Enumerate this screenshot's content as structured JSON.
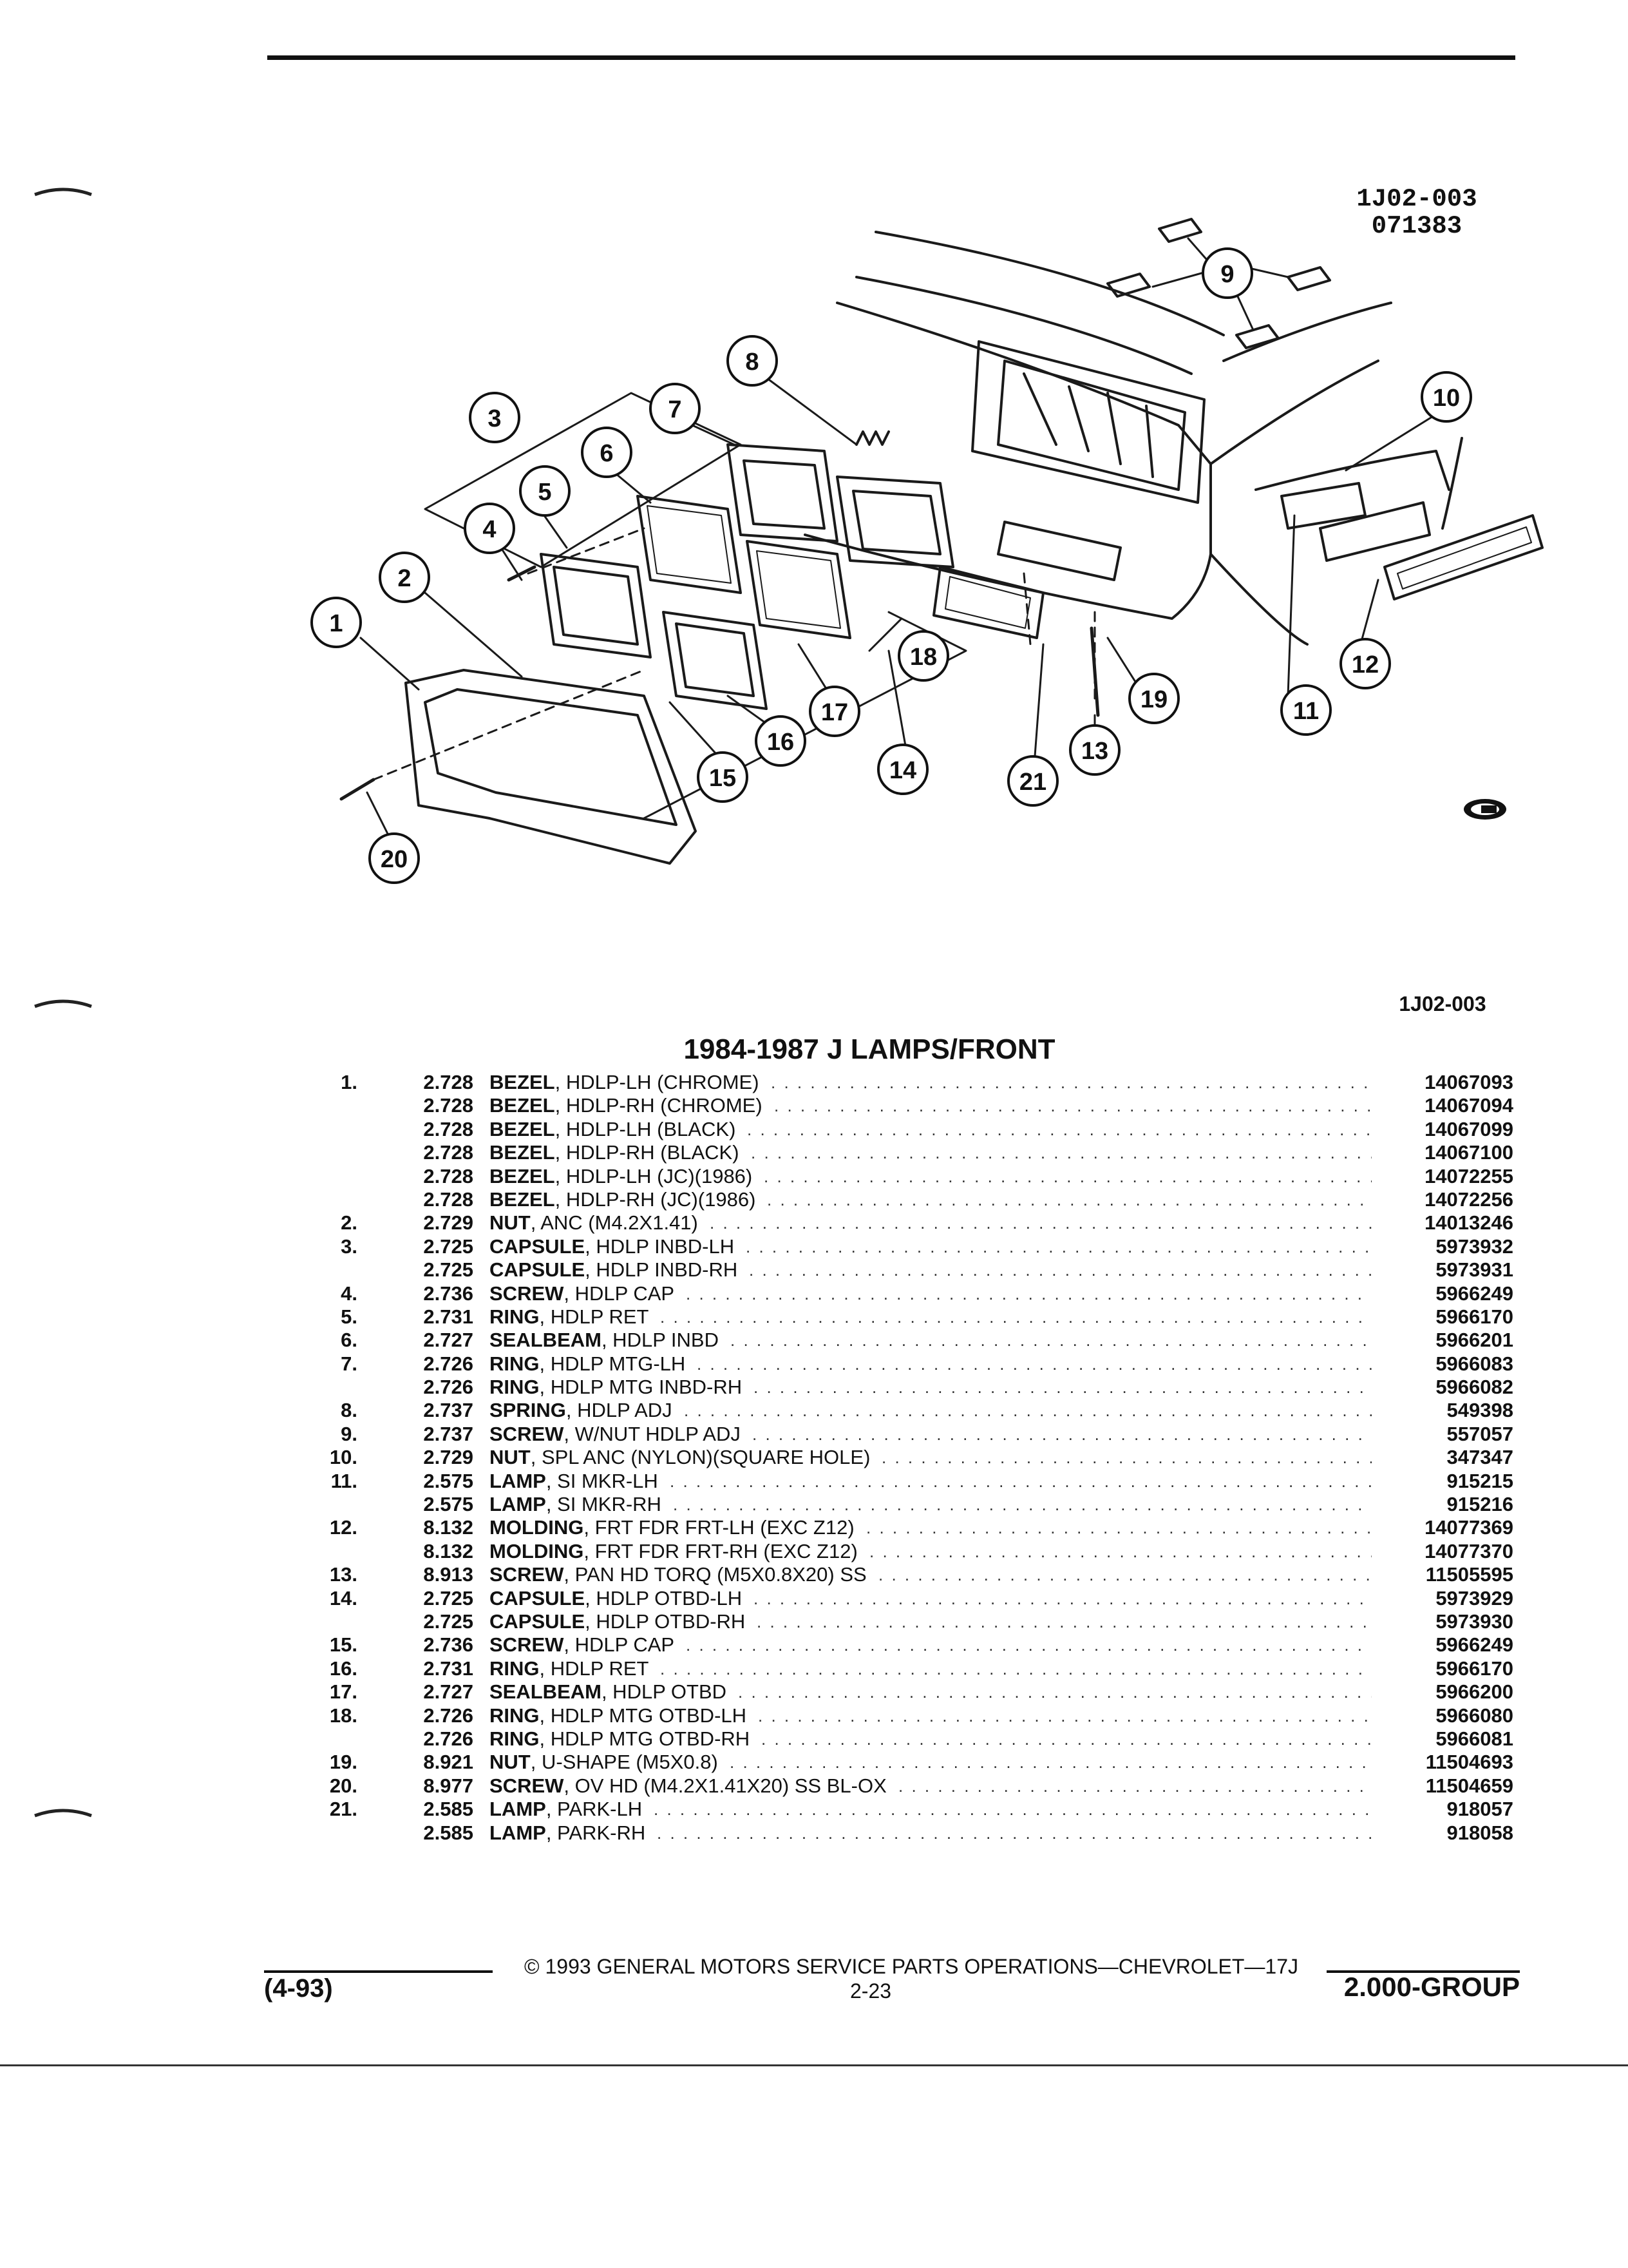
{
  "figure": {
    "code_line1": "1J02-003",
    "code_line2": "071383",
    "reference": "1J02-003",
    "callouts": [
      "1",
      "2",
      "3",
      "4",
      "5",
      "6",
      "7",
      "8",
      "9",
      "10",
      "11",
      "12",
      "13",
      "14",
      "15",
      "16",
      "17",
      "18",
      "19",
      "20",
      "21"
    ]
  },
  "title": "1984-1987 J LAMPS/FRONT",
  "parts": [
    {
      "ref": "1.",
      "code": "2.728",
      "name": "BEZEL",
      "desc": ", HDLP-LH (CHROME)",
      "part": "14067093"
    },
    {
      "ref": "",
      "code": "2.728",
      "name": "BEZEL",
      "desc": ", HDLP-RH (CHROME)",
      "part": "14067094"
    },
    {
      "ref": "",
      "code": "2.728",
      "name": "BEZEL",
      "desc": ", HDLP-LH (BLACK)",
      "part": "14067099"
    },
    {
      "ref": "",
      "code": "2.728",
      "name": "BEZEL",
      "desc": ", HDLP-RH (BLACK)",
      "part": "14067100"
    },
    {
      "ref": "",
      "code": "2.728",
      "name": "BEZEL",
      "desc": ", HDLP-LH (JC)(1986)",
      "part": "14072255"
    },
    {
      "ref": "",
      "code": "2.728",
      "name": "BEZEL",
      "desc": ", HDLP-RH (JC)(1986)",
      "part": "14072256"
    },
    {
      "ref": "2.",
      "code": "2.729",
      "name": "NUT",
      "desc": ", ANC (M4.2X1.41)",
      "part": "14013246"
    },
    {
      "ref": "3.",
      "code": "2.725",
      "name": "CAPSULE",
      "desc": ", HDLP INBD-LH",
      "part": "5973932"
    },
    {
      "ref": "",
      "code": "2.725",
      "name": "CAPSULE",
      "desc": ", HDLP INBD-RH",
      "part": "5973931"
    },
    {
      "ref": "4.",
      "code": "2.736",
      "name": "SCREW",
      "desc": ", HDLP CAP",
      "part": "5966249"
    },
    {
      "ref": "5.",
      "code": "2.731",
      "name": "RING",
      "desc": ", HDLP RET",
      "part": "5966170"
    },
    {
      "ref": "6.",
      "code": "2.727",
      "name": "SEALBEAM",
      "desc": ", HDLP INBD",
      "part": "5966201"
    },
    {
      "ref": "7.",
      "code": "2.726",
      "name": "RING",
      "desc": ", HDLP MTG-LH",
      "part": "5966083"
    },
    {
      "ref": "",
      "code": "2.726",
      "name": "RING",
      "desc": ", HDLP MTG INBD-RH",
      "part": "5966082"
    },
    {
      "ref": "8.",
      "code": "2.737",
      "name": "SPRING",
      "desc": ", HDLP ADJ",
      "part": "549398"
    },
    {
      "ref": "9.",
      "code": "2.737",
      "name": "SCREW",
      "desc": ", W/NUT HDLP ADJ",
      "part": "557057"
    },
    {
      "ref": "10.",
      "code": "2.729",
      "name": "NUT",
      "desc": ", SPL ANC (NYLON)(SQUARE HOLE)",
      "part": "347347"
    },
    {
      "ref": "11.",
      "code": "2.575",
      "name": "LAMP",
      "desc": ", SI MKR-LH",
      "part": "915215"
    },
    {
      "ref": "",
      "code": "2.575",
      "name": "LAMP",
      "desc": ", SI MKR-RH",
      "part": "915216"
    },
    {
      "ref": "12.",
      "code": "8.132",
      "name": "MOLDING",
      "desc": ", FRT FDR FRT-LH (EXC Z12)",
      "part": "14077369"
    },
    {
      "ref": "",
      "code": "8.132",
      "name": "MOLDING",
      "desc": ", FRT FDR FRT-RH (EXC Z12)",
      "part": "14077370"
    },
    {
      "ref": "13.",
      "code": "8.913",
      "name": "SCREW",
      "desc": ", PAN HD TORQ (M5X0.8X20) SS",
      "part": "11505595"
    },
    {
      "ref": "14.",
      "code": "2.725",
      "name": "CAPSULE",
      "desc": ", HDLP OTBD-LH",
      "part": "5973929"
    },
    {
      "ref": "",
      "code": "2.725",
      "name": "CAPSULE",
      "desc": ", HDLP OTBD-RH",
      "part": "5973930"
    },
    {
      "ref": "15.",
      "code": "2.736",
      "name": "SCREW",
      "desc": ", HDLP CAP",
      "part": "5966249"
    },
    {
      "ref": "16.",
      "code": "2.731",
      "name": "RING",
      "desc": ", HDLP RET",
      "part": "5966170"
    },
    {
      "ref": "17.",
      "code": "2.727",
      "name": "SEALBEAM",
      "desc": ", HDLP OTBD",
      "part": "5966200"
    },
    {
      "ref": "18.",
      "code": "2.726",
      "name": "RING",
      "desc": ", HDLP MTG OTBD-LH",
      "part": "5966080"
    },
    {
      "ref": "",
      "code": "2.726",
      "name": "RING",
      "desc": ", HDLP MTG OTBD-RH",
      "part": "5966081"
    },
    {
      "ref": "19.",
      "code": "8.921",
      "name": "NUT",
      "desc": ", U-SHAPE (M5X0.8)",
      "part": "11504693"
    },
    {
      "ref": "20.",
      "code": "8.977",
      "name": "SCREW",
      "desc": ", OV HD (M4.2X1.41X20) SS BL-OX",
      "part": "11504659"
    },
    {
      "ref": "21.",
      "code": "2.585",
      "name": "LAMP",
      "desc": ", PARK-LH",
      "part": "918057"
    },
    {
      "ref": "",
      "code": "2.585",
      "name": "LAMP",
      "desc": ", PARK-RH",
      "part": "918058"
    }
  ],
  "footer": {
    "copyright": "© 1993 GENERAL MOTORS SERVICE PARTS OPERATIONS—CHEVROLET—17J",
    "date_code": "(4-93)",
    "page": "2-23",
    "group": "2.000-GROUP"
  }
}
